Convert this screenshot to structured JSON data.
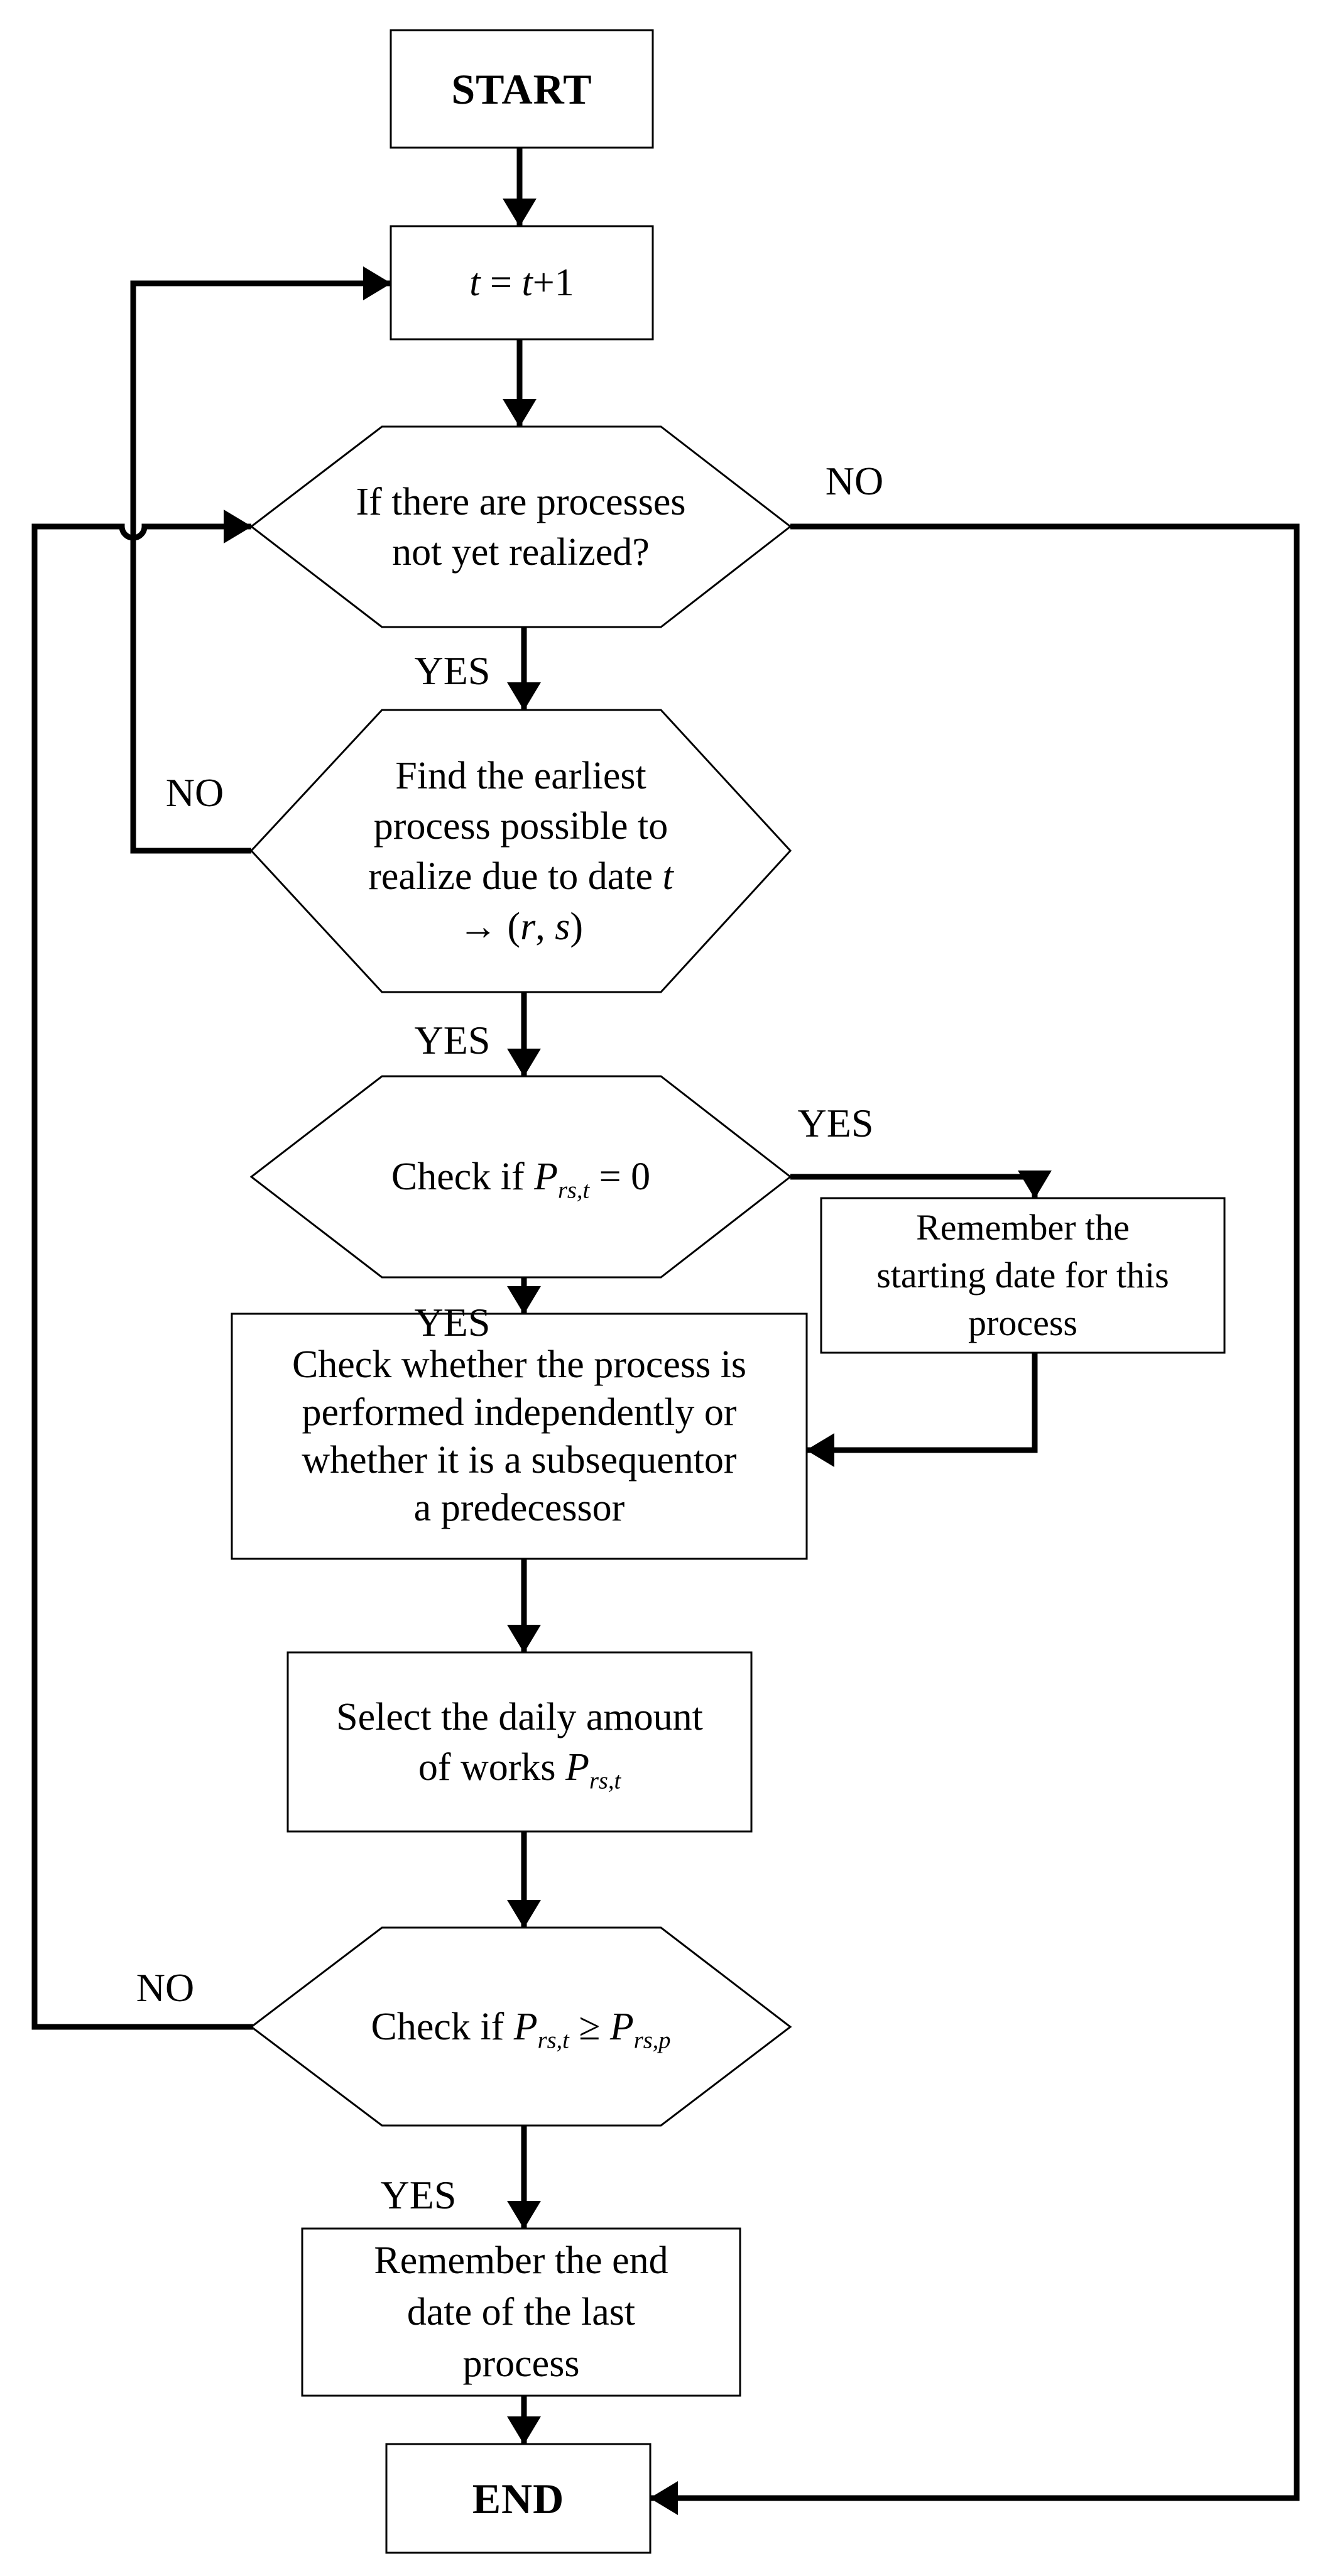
{
  "diagram": {
    "type": "flowchart",
    "colors": {
      "background": "#ffffff",
      "line": "#000000",
      "shape_fill": "#ffffff"
    },
    "nodes": {
      "start": {
        "label": "START"
      },
      "increment": {
        "t1": "t",
        "eq": " = ",
        "t2": "t",
        "plus": "+1"
      },
      "decide_processes": {
        "line1": "If there are processes",
        "line2": "not yet realized?"
      },
      "find_earliest": {
        "line1": "Find the earliest",
        "line2": "process possible to",
        "line3_text": "realize due to date ",
        "line3_t": "t",
        "line4_open": "→ (",
        "line4_r": "r",
        "line4_comma": ", ",
        "line4_s": "s",
        "line4_close": ")"
      },
      "check_zero": {
        "prefix": "Check if ",
        "p": "P",
        "sub": "rs,t",
        "suffix": " = 0"
      },
      "remember_start": {
        "line1": "Remember the",
        "line2": "starting date for this",
        "line3": "process"
      },
      "check_type": {
        "line1": "Check whether the process is",
        "line2": "performed independently or",
        "line3": "whether it is a subsequentor",
        "line4": "a predecessor"
      },
      "select_daily": {
        "line1": "Select the daily amount",
        "line2_text": "of works ",
        "p": "P",
        "sub": "rs,t"
      },
      "check_ge": {
        "prefix": "Check if ",
        "p1": "P",
        "sub1": "rs,t",
        "mid": " ≥ ",
        "p2": "P",
        "sub2": "rs,p"
      },
      "remember_end": {
        "line1": "Remember the end",
        "line2": "date of the last",
        "line3": "process"
      },
      "end": {
        "label": "END"
      }
    },
    "edge_labels": {
      "hex1_no": "NO",
      "hex1_yes": "YES",
      "hex2_no": "NO",
      "hex2_yes": "YES",
      "hex3_yes_right": "YES",
      "hex3_yes_down": "YES",
      "hex4_no": "NO",
      "hex4_yes": "YES"
    }
  }
}
